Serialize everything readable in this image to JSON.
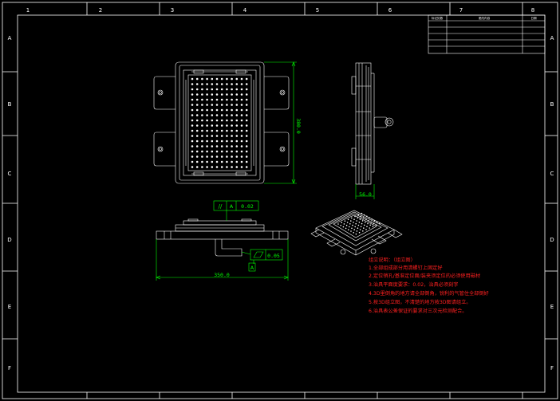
{
  "border": {
    "columns": [
      "1",
      "2",
      "3",
      "4",
      "5",
      "6",
      "7",
      "8"
    ],
    "rows": [
      "A",
      "B",
      "C",
      "D",
      "E",
      "F"
    ]
  },
  "revision_table": {
    "headers": [
      "标记处数",
      "更改内容",
      "日期"
    ]
  },
  "dimensions": {
    "front_height": "380.0",
    "side_width": "56.0",
    "bottom_length": "350.0",
    "flatness_symbol": "//",
    "flatness_datum": "A",
    "flatness_value": "0.02",
    "flat_value": "0.05",
    "datum_label": "A"
  },
  "notes": {
    "title": "组立说明：（组立图）",
    "items": [
      "1.全部组成部分用清螺钉上固定好",
      "2.定位销孔/基准定位面/装夹须定位的必须使用磁材",
      "3.治具平面度要求：0.02，治具必须刻字",
      "4.3D里倒角的地方请全部倒角，锐利的气管住全部倒好",
      "5.按3D组立图，不清楚的地方按3D图请组立。",
      "6.治具表公差保证的要求对三次元检测配合。"
    ]
  },
  "colors": {
    "background": "#000000",
    "frame": "#ffffff",
    "dimension": "#00ff00",
    "notes": "#ff2020",
    "part": "#ffffff"
  }
}
